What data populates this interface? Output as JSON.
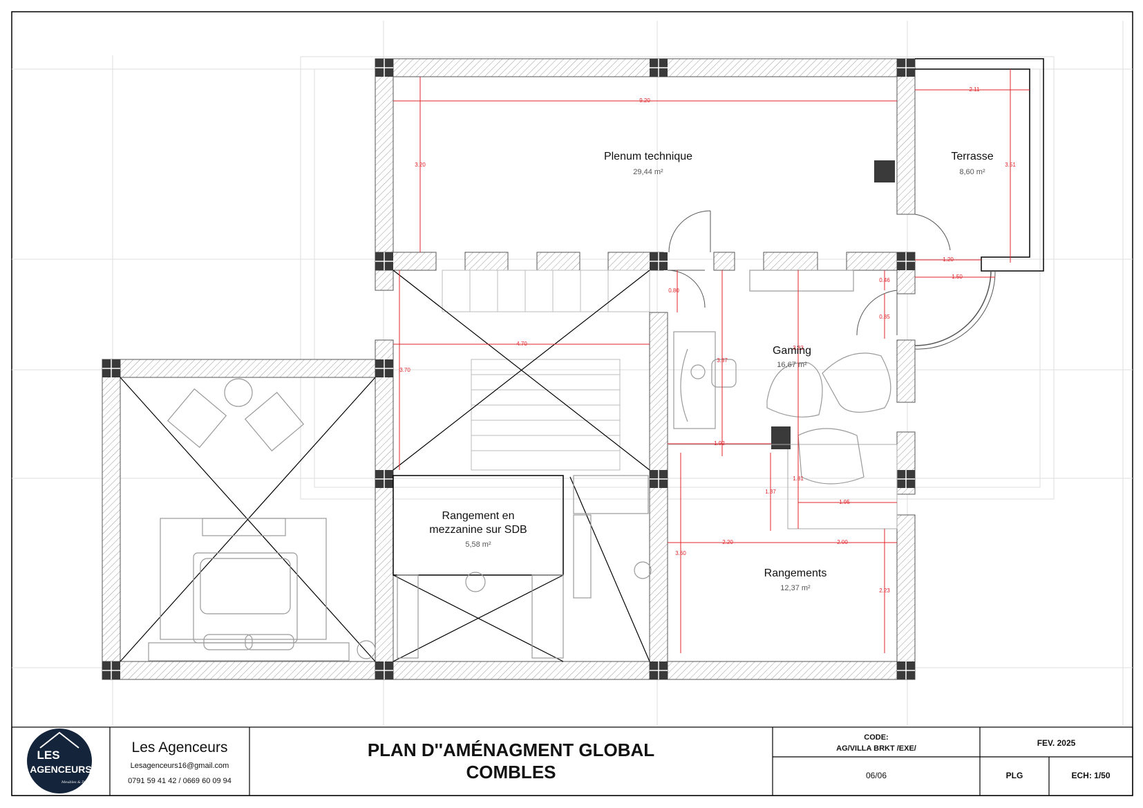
{
  "plan": {
    "rooms": [
      {
        "name": "Plenum technique",
        "area": "29,44 m²"
      },
      {
        "name": "Terrasse",
        "area": "8,60 m²"
      },
      {
        "name": "Gaming",
        "area": "16,67 m²"
      },
      {
        "name": "Rangement en",
        "name2": "mezzanine sur SDB",
        "area": "5,58 m²"
      },
      {
        "name": "Rangements",
        "area": "12,37 m²"
      }
    ],
    "dimensions": [
      "9.20",
      "3.20",
      "2.11",
      "3.51",
      "1.20",
      "1.50",
      "0.46",
      "0.85",
      "0.80",
      "4.70",
      "3.70",
      "3.37",
      "1.92",
      "1.37",
      "1.81",
      "1.95",
      "3.60",
      "2.20",
      "2.00",
      "2.23",
      "3.83"
    ]
  },
  "title_block": {
    "company": "Les Agenceurs",
    "email": "Lesagenceurs16@gmail.com",
    "phones": "0791 59 41 42 / 0669 60 09 94",
    "logo_line1": "LES",
    "logo_line2": "AGENCEURS",
    "logo_signature": "Meubles & Déco",
    "title_line1": "PLAN D''AMÉNAGMENT GLOBAL",
    "title_line2": "COMBLES",
    "code_label": "CODE:",
    "code_value": "AG/VILLA BRKT /EXE/",
    "date": "FEV. 2025",
    "page": "06/06",
    "author": "PLG",
    "scale": "ECH: 1/50"
  },
  "colors": {
    "wall_hatch": "#9a9a9a",
    "dimension": "#e0242a",
    "column": "#3a3a3a",
    "line": "#000000",
    "logo_bg": "#14243b"
  }
}
